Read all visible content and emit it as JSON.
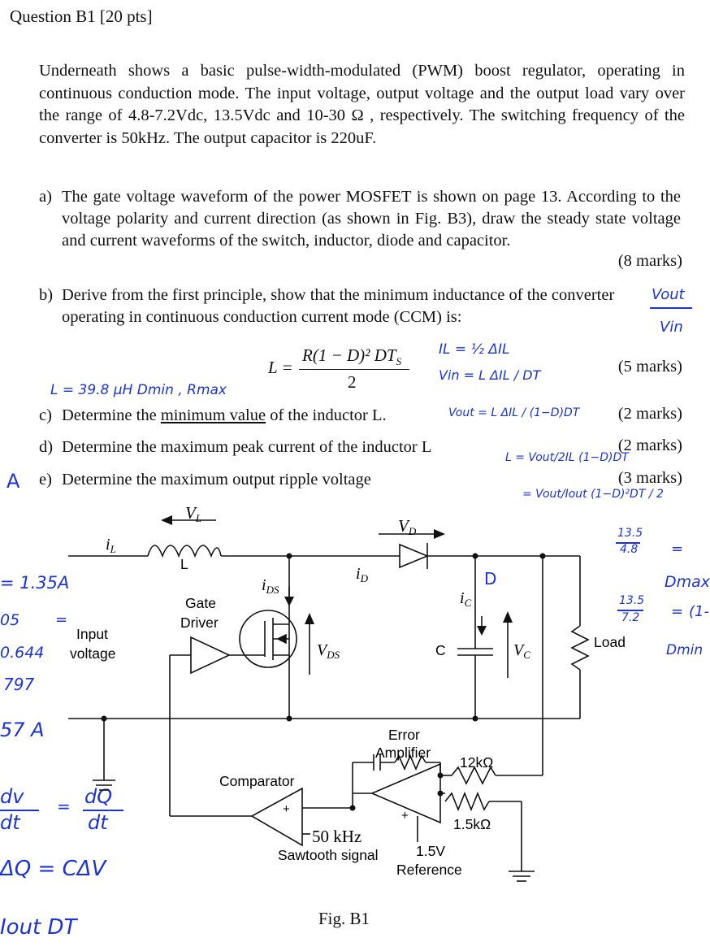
{
  "question": {
    "title": "Question B1 [20 pts]",
    "intro": "Underneath shows a basic pulse-width-modulated (PWM) boost regulator, operating in continuous conduction mode. The input voltage, output voltage and the output load vary over the range of 4.8-7.2Vdc, 13.5Vdc and 10-30 Ω , respectively. The switching frequency of the converter is 50kHz. The output capacitor is 220uF."
  },
  "parts": {
    "a": {
      "label": "a)",
      "text": "The gate voltage waveform of the power MOSFET is shown on page 13. According to the voltage polarity and current direction (as shown in Fig. B3), draw the steady state voltage and current waveforms of the switch, inductor, diode and capacitor.",
      "marks": "(8 marks)"
    },
    "b": {
      "label": "b)",
      "text": "Derive from the first principle, show that the minimum inductance of the converter operating in continuous conduction current mode (CCM) is:",
      "marks": "(5 marks)",
      "formula_lhs": "L =",
      "formula_num": "R(1 − D)² DT",
      "formula_sub": "S",
      "formula_den": "2"
    },
    "c": {
      "label": "c)",
      "text_pre": "Determine the",
      "text_underlined": "minimum value",
      "text_post": "of the inductor L.",
      "marks": "(2 marks)"
    },
    "d": {
      "label": "d)",
      "text": "Determine the maximum peak current of the inductor L",
      "marks": "(2 marks)"
    },
    "e": {
      "label": "e)",
      "text": "Determine the maximum output ripple voltage",
      "marks": "(3 marks)"
    }
  },
  "annotations": {
    "vout_vin_num": "Vout",
    "vout_vin_den": "Vin",
    "il_eq": "IL = ½ ΔIL",
    "vin_eq": "Vin = L ΔIL / DT",
    "vout_eq": "Vout = L ΔIL / (1−D)DT",
    "l_eq1": "L = Vout/2IL (1−D)DT",
    "l_eq2": "= Vout/Iout (1−D)²DT / 2",
    "l_result": "L = 39.8 μH  Dmin , Rmax",
    "ratio1_num": "13.5",
    "ratio1_den": "4.8",
    "ratio2_num": "13.5",
    "ratio2_den": "7.2",
    "eq_sign1": "=",
    "eq_sign2": "=",
    "dmax": "Dmax",
    "dmin": "Dmin",
    "paren": "(1-",
    "margin_a": "A",
    "margin_135": "= 1.35A",
    "margin_05": "05",
    "margin_eq": "=",
    "margin_0644": "0.644",
    "margin_797": "797",
    "margin_57a": "57 A",
    "dv_num": "dv",
    "dv_den": "dt",
    "dq_num": "dQ",
    "dq_den": "dt",
    "dv_eq": "=",
    "dq_cdv": "ΔQ = CΔV",
    "iout_dt": "Iout DT",
    "d_label": "D"
  },
  "schematic": {
    "vl": "V",
    "vl_sub": "L",
    "il": "i",
    "il_sub": "L",
    "L": "L",
    "ids": "i",
    "ids_sub": "DS",
    "id": "i",
    "id_sub": "D",
    "vd": "V",
    "vd_sub": "D",
    "ic": "i",
    "ic_sub": "C",
    "C": "C",
    "vc": "V",
    "vc_sub": "C",
    "vds": "V",
    "vds_sub": "DS",
    "gate_driver_1": "Gate",
    "gate_driver_2": "Driver",
    "input_1": "Input",
    "input_2": "voltage",
    "load": "Load",
    "error_amp_1": "Error",
    "error_amp_2": "Amplifier",
    "r12k": "12kΩ",
    "r15k": "1.5kΩ",
    "comparator": "Comparator",
    "freq": "50 kHz",
    "sawtooth": "Sawtooth signal",
    "ref_1": "1.5V",
    "ref_2": "Reference",
    "plus1": "+",
    "plus2": "+"
  },
  "figure_caption": "Fig. B1"
}
